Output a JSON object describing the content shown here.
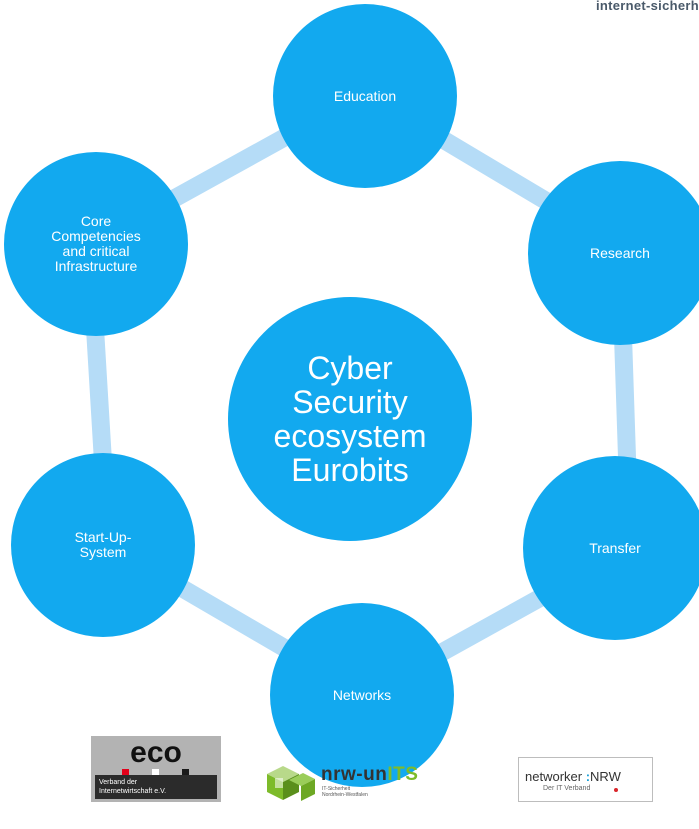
{
  "header_text": "internet-sicherh",
  "center": {
    "label": "Cyber\nSecurity\necosystem\nEurobits"
  },
  "nodes": {
    "education": "Education",
    "research": "Research",
    "transfer": "Transfer",
    "networks": "Networks",
    "startup": "Start-Up-\nSystem",
    "core": "Core\nCompetencies\nand critical\nInfrastructure"
  },
  "logos": {
    "eco": {
      "wordmark": "eco",
      "caption": "Verband der\nInternetwirtschaft e.V.",
      "dot_colors": [
        "#e2001a",
        "#ffffff",
        "#1a1a1a"
      ]
    },
    "nrw_units": {
      "wordmark_a": "nrw-un",
      "wordmark_b": "ITS",
      "subtitle": "IT-Sicherheit\nNordrhein-Westfalen"
    },
    "networker": {
      "wordmark_a": "networker",
      "wordmark_b": "NRW",
      "subtitle": "Der IT Verband"
    }
  },
  "colors": {
    "node_fill": "#12a9ef",
    "ring": "#b5dcf7",
    "text": "#ffffff"
  }
}
